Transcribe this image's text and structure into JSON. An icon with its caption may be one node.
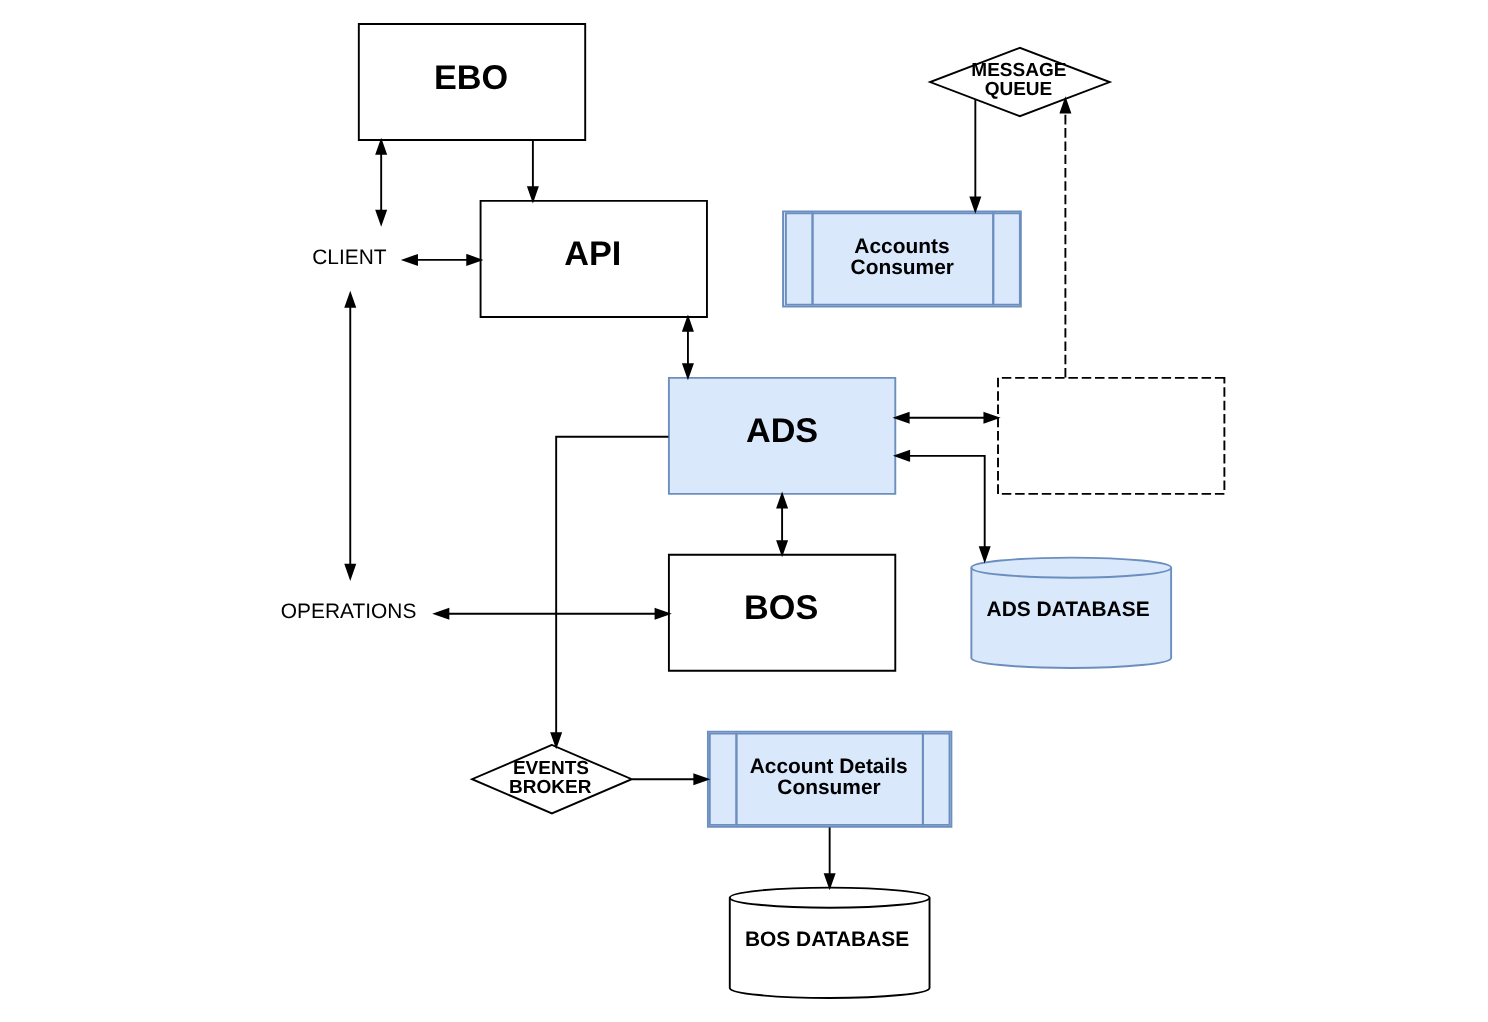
{
  "diagram": {
    "nodes": [
      {
        "text": [
          "EBO"
        ]
      },
      {
        "text": [
          "CLIENT"
        ]
      },
      {
        "text": [
          "API"
        ]
      },
      {
        "text": [
          "MESSAGE QUEUE"
        ]
      },
      {
        "text": [
          "Accounts Consumer"
        ]
      },
      {
        "text": [
          "ADS"
        ]
      },
      {
        "text": [],
        "shape": "box"
      },
      {
        "text": [
          "OPERATIONS"
        ]
      },
      {
        "text": [
          "BOS"
        ]
      },
      {
        "text": [
          "Account Details Consumer"
        ]
      },
      {
        "text": [
          "ADS DATABASE"
        ]
      },
      {
        "text": [
          "EVENTS BROKER"
        ]
      },
      {
        "text": [
          "BOS DATABASE"
        ]
      }
    ],
    "edges": [
      {
        "from": 1,
        "to": 0,
        "arrow": "both"
      },
      {
        "from": 0,
        "to": 2,
        "arrow": "to"
      },
      {
        "from": 1,
        "to": 2,
        "arrow": "both"
      },
      {
        "from": 1,
        "to": 7,
        "arrow": "both"
      },
      {
        "from": 7,
        "to": 8,
        "arrow": "both"
      },
      {
        "from": 2,
        "to": 5,
        "arrow": "both"
      },
      {
        "from": 5,
        "to": 8,
        "arrow": "both"
      },
      {
        "from": 3,
        "to": 4,
        "arrow": "to"
      },
      {
        "from": 6,
        "to": 3,
        "arrow": "to",
        "style": "dashed"
      },
      {
        "from": 5,
        "to": 6,
        "arrow": "both"
      },
      {
        "from": 5,
        "to": 10,
        "arrow": "both"
      },
      {
        "from": 5,
        "to": 11,
        "arrow": "to"
      },
      {
        "from": 11,
        "to": 9,
        "arrow": "to"
      },
      {
        "from": 9,
        "to": 12,
        "arrow": "to"
      }
    ]
  }
}
